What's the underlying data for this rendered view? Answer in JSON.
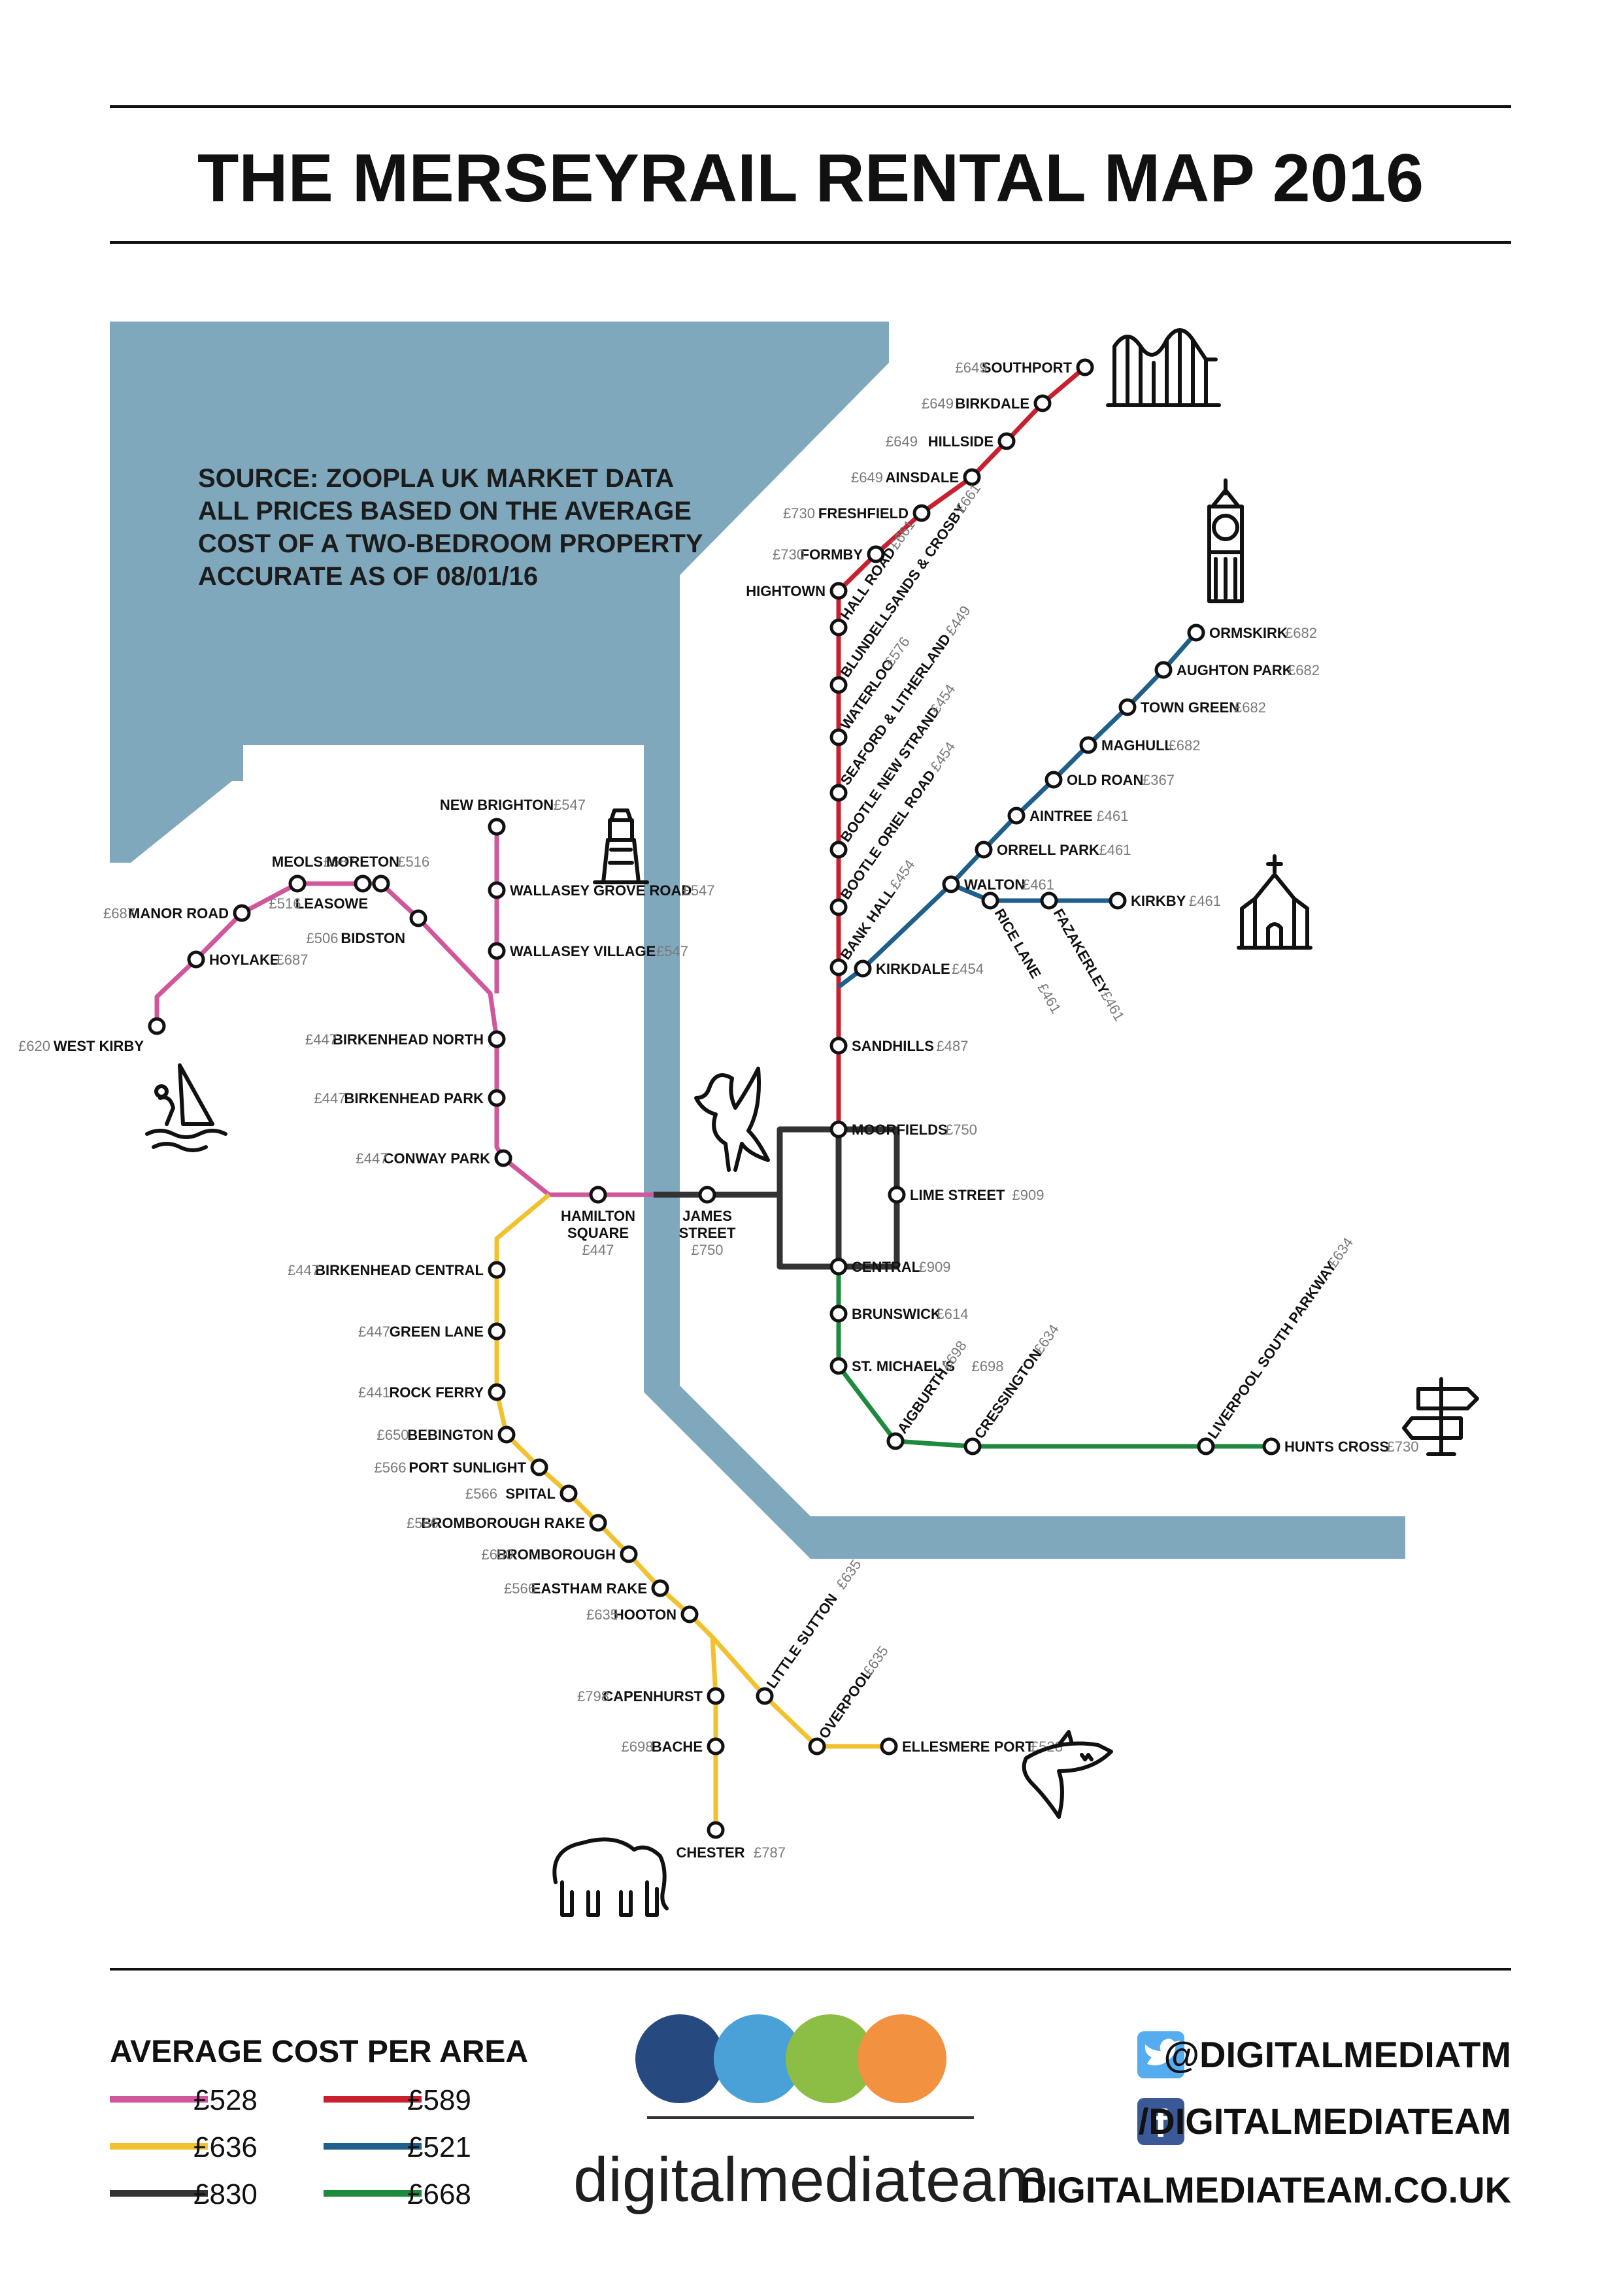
{
  "title": "THE MERSEYRAIL RENTAL MAP 2016",
  "source_lines": [
    "SOURCE: ZOOPLA UK MARKET DATA",
    "ALL PRICES BASED ON THE AVERAGE",
    "COST OF A TWO-BEDROOM PROPERTY",
    "ACCURATE AS OF 08/01/16"
  ],
  "colors": {
    "water": "#7fa8bd",
    "pink": "#d0579b",
    "yellow": "#f2c12e",
    "black": "#333333",
    "red": "#c8202e",
    "blue": "#1f5f8b",
    "green": "#1e8a3e"
  },
  "lines": [
    {
      "id": "wirral-west-kirby",
      "color": "pink"
    },
    {
      "id": "wirral-new-brighton",
      "color": "pink"
    },
    {
      "id": "wirral-chester-ellesmere",
      "color": "yellow"
    },
    {
      "id": "city-loop",
      "color": "black"
    },
    {
      "id": "northern-southport",
      "color": "red"
    },
    {
      "id": "northern-ormskirk-kirkby",
      "color": "blue"
    },
    {
      "id": "northern-hunts-cross",
      "color": "green"
    }
  ],
  "stations": [
    {
      "name": "SOUTHPORT",
      "price": "£649"
    },
    {
      "name": "BIRKDALE",
      "price": "£649"
    },
    {
      "name": "HILLSIDE",
      "price": "£649"
    },
    {
      "name": "AINSDALE",
      "price": "£649"
    },
    {
      "name": "FRESHFIELD",
      "price": "£730"
    },
    {
      "name": "FORMBY",
      "price": "£730"
    },
    {
      "name": "HIGHTOWN",
      "price": ""
    },
    {
      "name": "HALL ROAD",
      "price": "£661"
    },
    {
      "name": "BLUNDELLSANDS & CROSBY",
      "price": "£661"
    },
    {
      "name": "WATERLOO",
      "price": "£576"
    },
    {
      "name": "SEAFORD & LITHERLAND",
      "price": "£449"
    },
    {
      "name": "BOOTLE NEW STRAND",
      "price": "£454"
    },
    {
      "name": "BOOTLE ORIEL ROAD",
      "price": "£454"
    },
    {
      "name": "BANK HALL",
      "price": "£454"
    },
    {
      "name": "KIRKDALE",
      "price": "£454"
    },
    {
      "name": "SANDHILLS",
      "price": "£487"
    },
    {
      "name": "ORMSKIRK",
      "price": "£682"
    },
    {
      "name": "AUGHTON PARK",
      "price": "£682"
    },
    {
      "name": "TOWN GREEN",
      "price": "£682"
    },
    {
      "name": "MAGHULL",
      "price": "£682"
    },
    {
      "name": "OLD ROAN",
      "price": "£367"
    },
    {
      "name": "AINTREE",
      "price": "£461"
    },
    {
      "name": "ORRELL PARK",
      "price": "£461"
    },
    {
      "name": "WALTON",
      "price": "£461"
    },
    {
      "name": "RICE LANE",
      "price": "£461"
    },
    {
      "name": "FAZAKERLEY",
      "price": "£461"
    },
    {
      "name": "KIRKBY",
      "price": "£461"
    },
    {
      "name": "MOORFIELDS",
      "price": "£750"
    },
    {
      "name": "LIME STREET",
      "price": "£909"
    },
    {
      "name": "CENTRAL",
      "price": "£909"
    },
    {
      "name": "JAMES STREET",
      "price": "£750"
    },
    {
      "name": "HAMILTON SQUARE",
      "price": "£447"
    },
    {
      "name": "BRUNSWICK",
      "price": "£614"
    },
    {
      "name": "ST. MICHAEL'S",
      "price": "£698"
    },
    {
      "name": "AIGBURTH",
      "price": "£698"
    },
    {
      "name": "CRESSINGTON",
      "price": "£634"
    },
    {
      "name": "LIVERPOOL SOUTH PARKWAY",
      "price": "£634"
    },
    {
      "name": "HUNTS CROSS",
      "price": "£730"
    },
    {
      "name": "NEW BRIGHTON",
      "price": "£547"
    },
    {
      "name": "WALLASEY GROVE ROAD",
      "price": "£547"
    },
    {
      "name": "WALLASEY VILLAGE",
      "price": "£547"
    },
    {
      "name": "MEOLS",
      "price": "£687"
    },
    {
      "name": "MORETON",
      "price": "£516"
    },
    {
      "name": "MANOR ROAD",
      "price": "£687"
    },
    {
      "name": "LEASOWE",
      "price": "£516"
    },
    {
      "name": "BIDSTON",
      "price": "£506"
    },
    {
      "name": "HOYLAKE",
      "price": "£687"
    },
    {
      "name": "WEST KIRBY",
      "price": "£620"
    },
    {
      "name": "BIRKENHEAD NORTH",
      "price": "£447"
    },
    {
      "name": "BIRKENHEAD PARK",
      "price": "£447"
    },
    {
      "name": "CONWAY PARK",
      "price": "£447"
    },
    {
      "name": "BIRKENHEAD CENTRAL",
      "price": "£447"
    },
    {
      "name": "GREEN LANE",
      "price": "£447"
    },
    {
      "name": "ROCK FERRY",
      "price": "£441"
    },
    {
      "name": "BEBINGTON",
      "price": "£650"
    },
    {
      "name": "PORT SUNLIGHT",
      "price": "£566"
    },
    {
      "name": "SPITAL",
      "price": "£566"
    },
    {
      "name": "BROMBOROUGH RAKE",
      "price": "£566"
    },
    {
      "name": "BROMBOROUGH",
      "price": "£650"
    },
    {
      "name": "EASTHAM RAKE",
      "price": "£566"
    },
    {
      "name": "HOOTON",
      "price": "£635"
    },
    {
      "name": "LITTLE SUTTON",
      "price": "£635"
    },
    {
      "name": "OVERPOOL",
      "price": "£635"
    },
    {
      "name": "ELLESMERE PORT",
      "price": "£528"
    },
    {
      "name": "CAPENHURST",
      "price": "£798"
    },
    {
      "name": "BACHE",
      "price": "£698"
    },
    {
      "name": "CHESTER",
      "price": "£787"
    }
  ],
  "legend": {
    "title": "AVERAGE COST PER AREA",
    "items": [
      {
        "value": "£528",
        "color": "pink"
      },
      {
        "value": "£636",
        "color": "yellow"
      },
      {
        "value": "£830",
        "color": "black"
      },
      {
        "value": "£589",
        "color": "red"
      },
      {
        "value": "£521",
        "color": "blue"
      },
      {
        "value": "£668",
        "color": "green"
      }
    ]
  },
  "brand": {
    "name": "digitalmediateam",
    "circle_colors": [
      "#264a80",
      "#4aa1d8",
      "#8cbd44",
      "#f2913f"
    ]
  },
  "social": {
    "twitter": "@DIGITALMEDIATM",
    "facebook": "/DIGITALMEDIATEAM",
    "website": "DIGITALMEDIATEAM.CO.UK",
    "twitter_color": "#55acee",
    "facebook_color": "#3b5998"
  },
  "icons": [
    "rollercoaster-icon",
    "clock-tower-icon",
    "lighthouse-icon",
    "church-icon",
    "liverbird-icon",
    "windsurfer-icon",
    "signpost-icon",
    "shark-icon",
    "elephant-icon"
  ]
}
